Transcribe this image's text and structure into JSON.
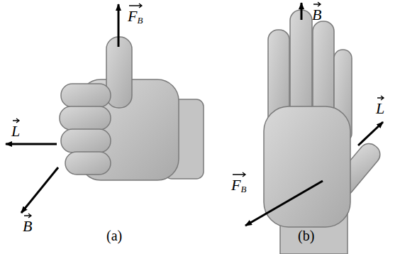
{
  "diagram": {
    "labels": [
      "FB",
      "L",
      "B",
      "B",
      "L",
      "FB",
      "(a)",
      "(b)"
    ]
  }
}
